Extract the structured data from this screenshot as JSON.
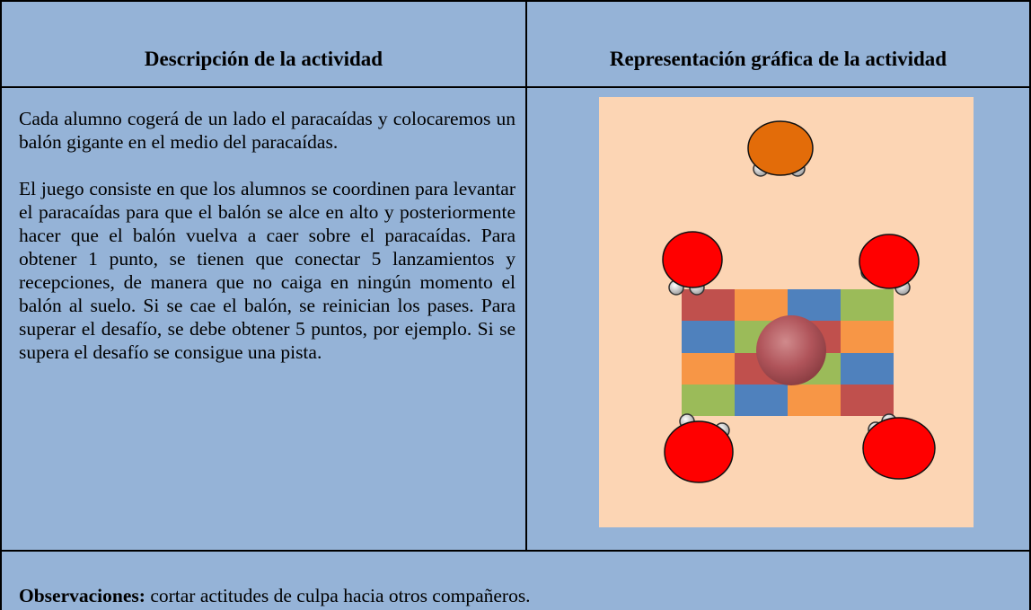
{
  "headers": {
    "description": "Descripción de la actividad",
    "graphic": "Representación gráfica de la actividad"
  },
  "description": {
    "paragraph1": "Cada alumno cogerá de un lado el paracaídas y colocaremos un balón gigante en el medio del paracaídas.",
    "paragraph2": "El juego consiste en que los alumnos se coordinen para levantar el paracaídas para que el balón se alce en alto y posteriormente hacer que el balón vuelva a caer sobre el paracaídas. Para obtener 1 punto, se tienen que conectar 5 lanzamientos y recepciones, de manera que no caiga en ningún momento el balón al suelo. Si se cae el balón, se reinician los pases. Para superar el desafío, se debe obtener 5 puntos, por ejemplo. Si se supera el desafío se consigue una pista."
  },
  "observations": {
    "label": "Observaciones:",
    "text": " cortar actitudes de culpa hacia otros compañeros."
  },
  "colors": {
    "cell_background": "#95b3d7",
    "diagram_background": "#fcd5b4",
    "player_leader": "#e36c09",
    "player": "#ff0000",
    "parachute": [
      "#c0504d",
      "#f79646",
      "#4f81bd",
      "#9bbb59"
    ],
    "ball": "#b0545a"
  }
}
